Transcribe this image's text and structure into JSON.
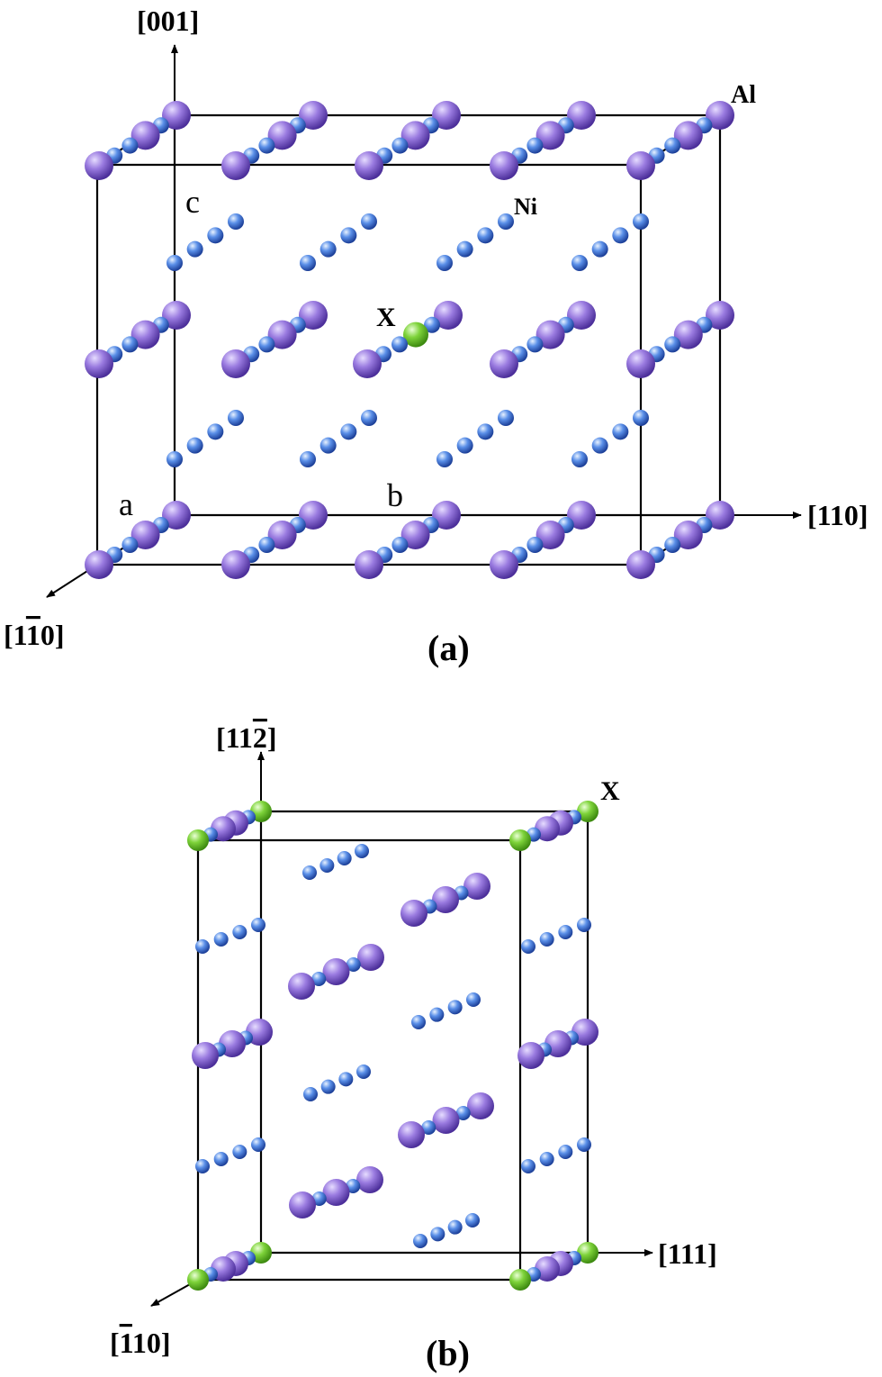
{
  "panel_a": {
    "caption": "(a)",
    "axis_up": "[001]",
    "axis_right": "[110]",
    "axis_front": "[1",
    "axis_front_bar": "1",
    "axis_front_end": "0]",
    "label_al": "Al",
    "label_ni": "Ni",
    "label_x": "X",
    "label_a": "a",
    "label_b": "b",
    "label_c": "c"
  },
  "panel_b": {
    "caption": "(b)",
    "axis_up_start": "[11",
    "axis_up_bar": "2",
    "axis_up_end": "]",
    "axis_right": "[111]",
    "axis_front_start": "[",
    "axis_front_bar": "1",
    "axis_front_end": "10]",
    "label_x": "X"
  },
  "colors": {
    "al": "#8f6fd8",
    "ni": "#4f84e6",
    "x": "#7ed33a",
    "line": "#000000"
  }
}
